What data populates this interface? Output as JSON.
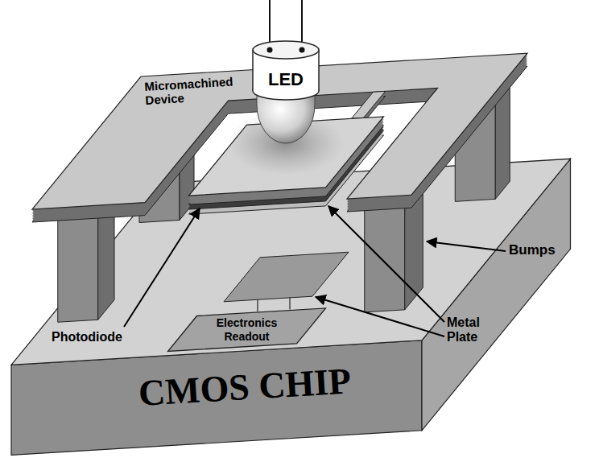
{
  "diagram": {
    "nodes": [
      {
        "text": [
          "LED"
        ]
      },
      {
        "text": [
          "Electronics Readout"
        ]
      }
    ],
    "labels": [
      "Micromachined Device",
      "Bumps",
      "Metal Plate",
      "Photodiode",
      "CMOS CHIP"
    ]
  }
}
